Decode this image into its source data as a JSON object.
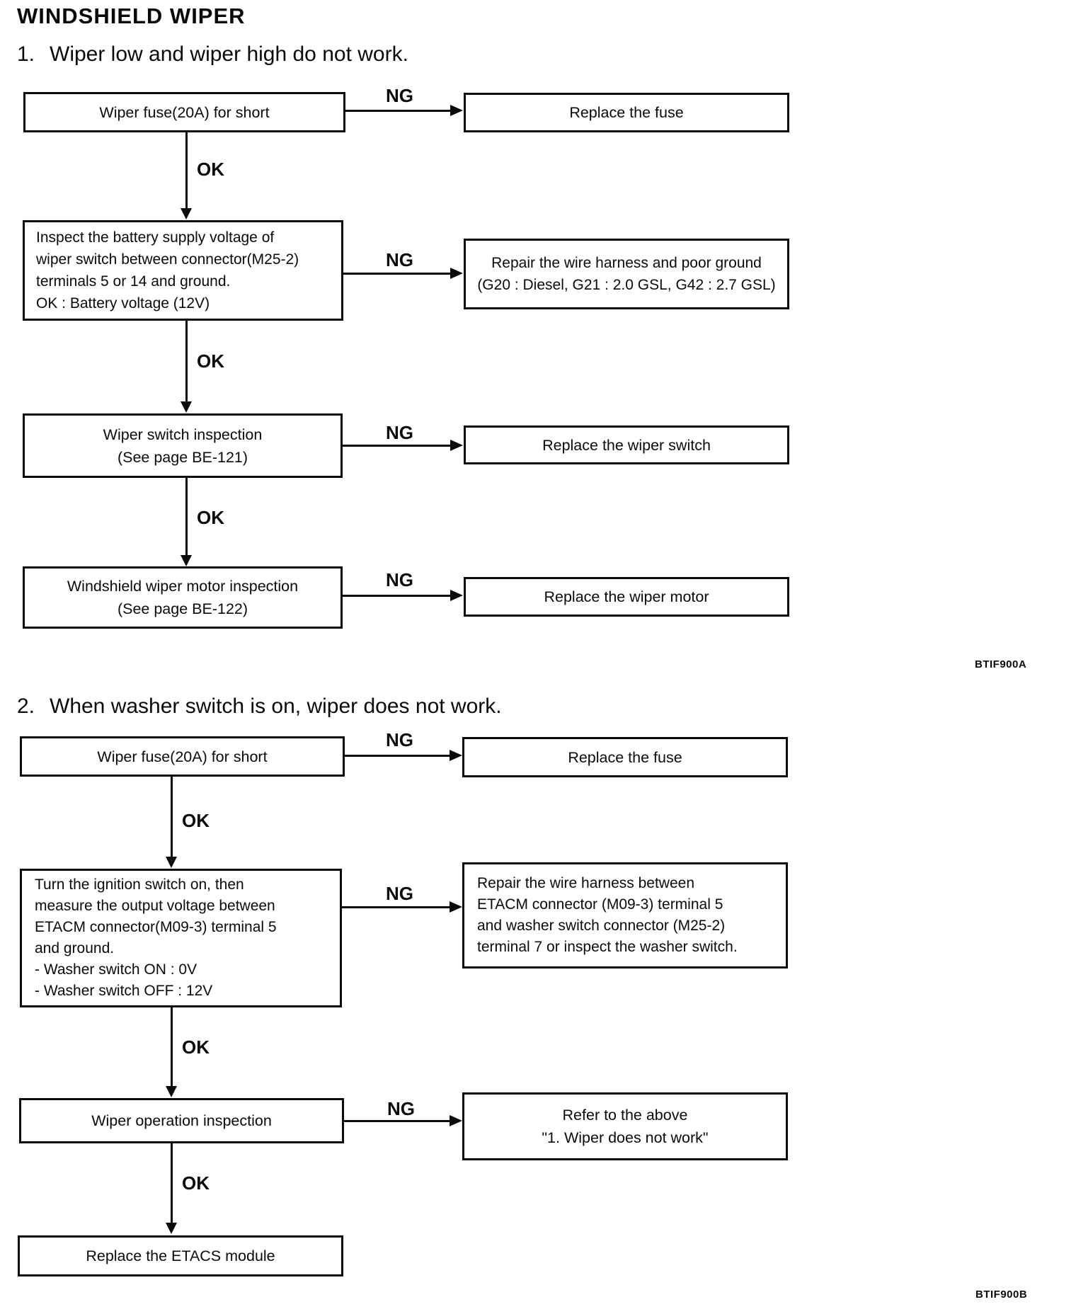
{
  "page": {
    "title": "WINDSHIELD WIPER",
    "ng": "NG",
    "ok": "OK",
    "figure_code_a": "BTIF900A",
    "figure_code_b": "BTIF900B"
  },
  "section1": {
    "number": "1.",
    "heading": "Wiper low and wiper high do not work.",
    "nodes": {
      "fuse_check": "Wiper fuse(20A) for short",
      "replace_fuse": "Replace the fuse",
      "battery_check": "Inspect the battery supply voltage of\nwiper switch between connector(M25-2)\nterminals 5 or 14 and ground.\nOK : Battery voltage (12V)",
      "repair_ground": "Repair the wire harness and poor ground\n(G20 : Diesel, G21 : 2.0 GSL, G42 : 2.7 GSL)",
      "switch_inspection": "Wiper switch inspection\n(See page BE-121)",
      "replace_switch": "Replace the wiper switch",
      "motor_inspection": "Windshield wiper motor inspection\n(See page BE-122)",
      "replace_motor": "Replace the wiper motor"
    }
  },
  "section2": {
    "number": "2.",
    "heading": "When washer switch is on, wiper does not work.",
    "nodes": {
      "fuse_check": "Wiper fuse(20A) for short",
      "replace_fuse": "Replace the fuse",
      "voltage_check": "Turn the ignition switch on, then\nmeasure the output voltage between\nETACM connector(M09-3) terminal 5\nand ground.\n- Washer switch ON : 0V\n- Washer switch OFF : 12V",
      "repair_harness": "Repair the wire harness between\nETACM connector (M09-3) terminal 5\nand washer switch connector (M25-2)\nterminal 7 or inspect the washer switch.",
      "operation_inspection": "Wiper operation inspection",
      "refer_above": "Refer to the above\n\"1. Wiper does not work\"",
      "replace_etacs": "Replace the ETACS module"
    }
  }
}
